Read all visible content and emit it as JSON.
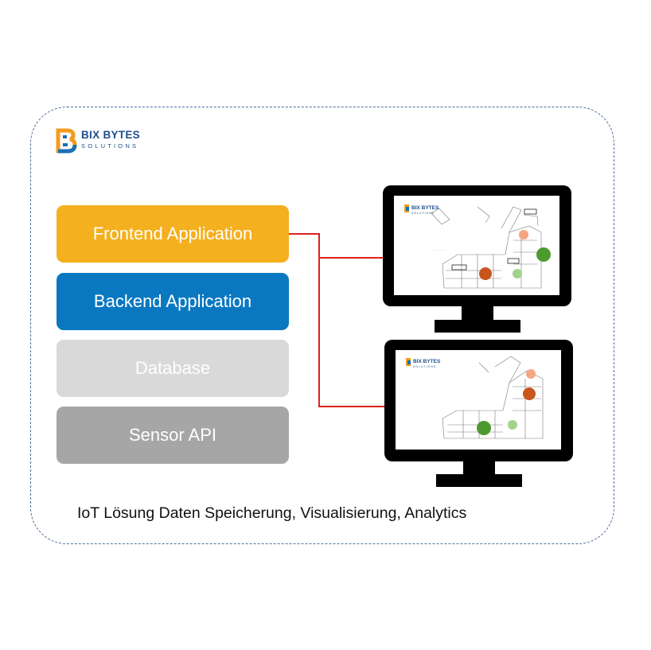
{
  "logo": {
    "line1": "BIX BYTES",
    "line2": "SOLUTIONS"
  },
  "stack": {
    "frontend": "Frontend Application",
    "backend": "Backend Application",
    "database": "Database",
    "sensor": "Sensor API"
  },
  "caption": "IoT Lösung Daten Speicherung, Visualisierung, Analytics",
  "colors": {
    "frontend": "#f5b01f",
    "backend": "#0a78c1",
    "database": "#d9d9d9",
    "sensor": "#a6a6a6",
    "connector": "#e02020",
    "frame_border": "#4a6a9a"
  }
}
